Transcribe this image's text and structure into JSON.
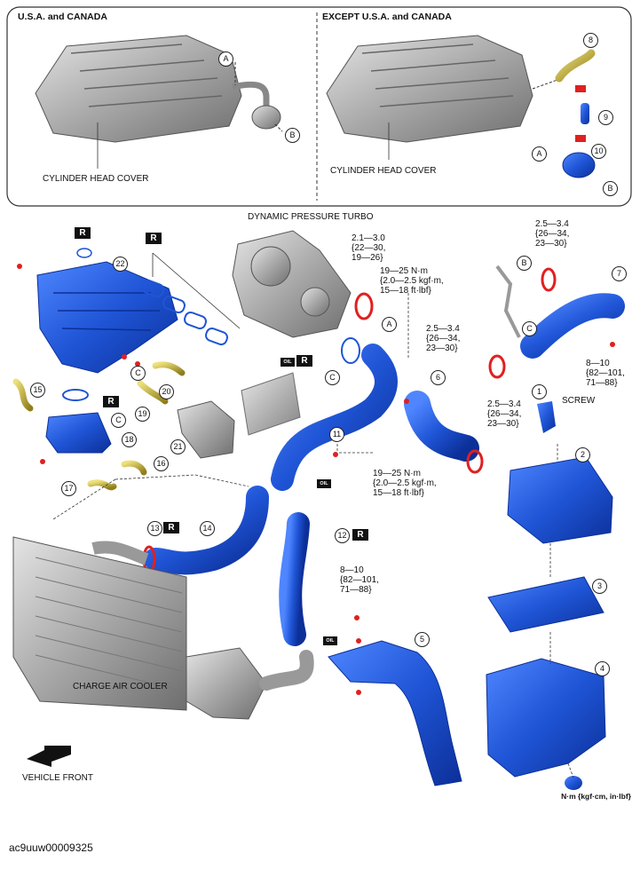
{
  "header_panel": {
    "left_title": "U.S.A. and CANADA",
    "right_title": "EXCEPT U.S.A. and CANADA",
    "left_cover_label": "CYLINDER HEAD COVER",
    "right_cover_label": "CYLINDER HEAD COVER"
  },
  "callouts": {
    "A": "A",
    "B": "B",
    "C": "C",
    "R": "R",
    "OIL": "OIL",
    "n1": "1",
    "n2": "2",
    "n3": "3",
    "n4": "4",
    "n5": "5",
    "n6": "6",
    "n7": "7",
    "n8": "8",
    "n9": "9",
    "n10": "10",
    "n11": "11",
    "n12": "12",
    "n13": "13",
    "n14": "14",
    "n15": "15",
    "n16": "16",
    "n17": "17",
    "n18": "18",
    "n19": "19",
    "n20": "20",
    "n21": "21",
    "n22": "22"
  },
  "labels": {
    "dynamic_turbo": "DYNAMIC PRESSURE TURBO",
    "torque_turbo_clamp": "2.1—3.0\n{22—30,\n19—26}",
    "torque_turbo_pipe": "19—25 N·m\n{2.0—2.5 kgf·m,\n15—18 ft·lbf}",
    "torque_7_top": "2.5—3.4\n{26—34,\n23—30}",
    "torque_7_bottom": "8—10\n{82—101,\n71—88}",
    "torque_6_top": "2.5—3.4\n{26—34,\n23—30}",
    "torque_6_bottom": "2.5—3.4\n{26—34,\n23—30}",
    "screw": "SCREW",
    "torque_11": "19—25 N·m\n{2.0—2.5 kgf·m,\n15—18 ft·lbf}",
    "torque_5": "8—10\n{82—101,\n71—88}",
    "charge_air_cooler": "CHARGE AIR COOLER",
    "vehicle_front": "VEHICLE FRONT",
    "units_legend": "N·m {kgf·cm, in·lbf}",
    "image_code": "ac9uuw00009325"
  },
  "colors": {
    "part_blue": "#1f55d6",
    "part_blue_dark": "#0c2f98",
    "part_yellow": "#c7b43a",
    "clamp_red": "#e02020",
    "metal_gray": "#a8a8a8",
    "metal_dark": "#6e6e6e"
  }
}
